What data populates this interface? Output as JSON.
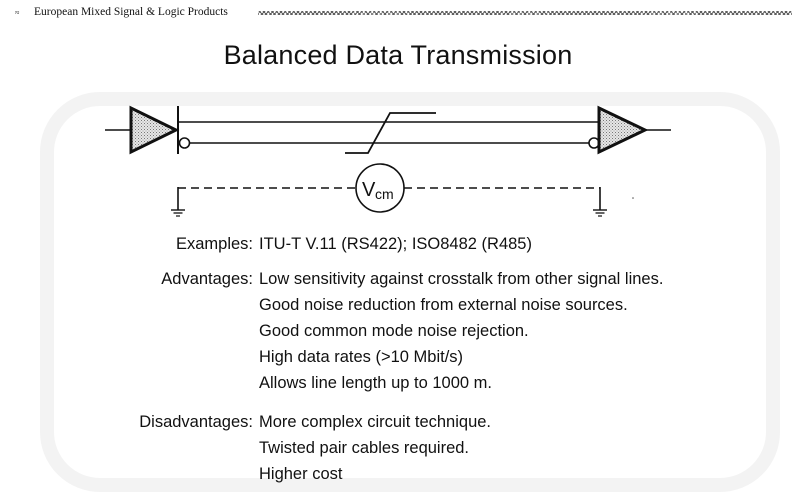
{
  "header": {
    "mark": "≈",
    "text": "European Mixed Signal & Logic Products"
  },
  "title": "Balanced Data Transmission",
  "diagram": {
    "vcm_label_main": "V",
    "vcm_label_sub": "cm",
    "components": [
      "line-driver",
      "twisted-pair-lines",
      "line-receiver",
      "signal-transition",
      "common-mode-voltage-source",
      "ground-left",
      "ground-right"
    ]
  },
  "sections": [
    {
      "label": "Examples:",
      "items": [
        "ITU-T V.11 (RS422); ISO8482 (R485)"
      ]
    },
    {
      "label": "Advantages:",
      "items": [
        "Low sensitivity against crosstalk from other signal lines.",
        "Good noise reduction from external noise sources.",
        "Good common mode noise rejection.",
        "High data rates (>10 Mbit/s)",
        "Allows line length up to 1000 m."
      ]
    },
    {
      "label": "Disadvantages:",
      "items": [
        "More complex circuit technique.",
        "Twisted pair cables required.",
        "Higher cost"
      ]
    }
  ]
}
